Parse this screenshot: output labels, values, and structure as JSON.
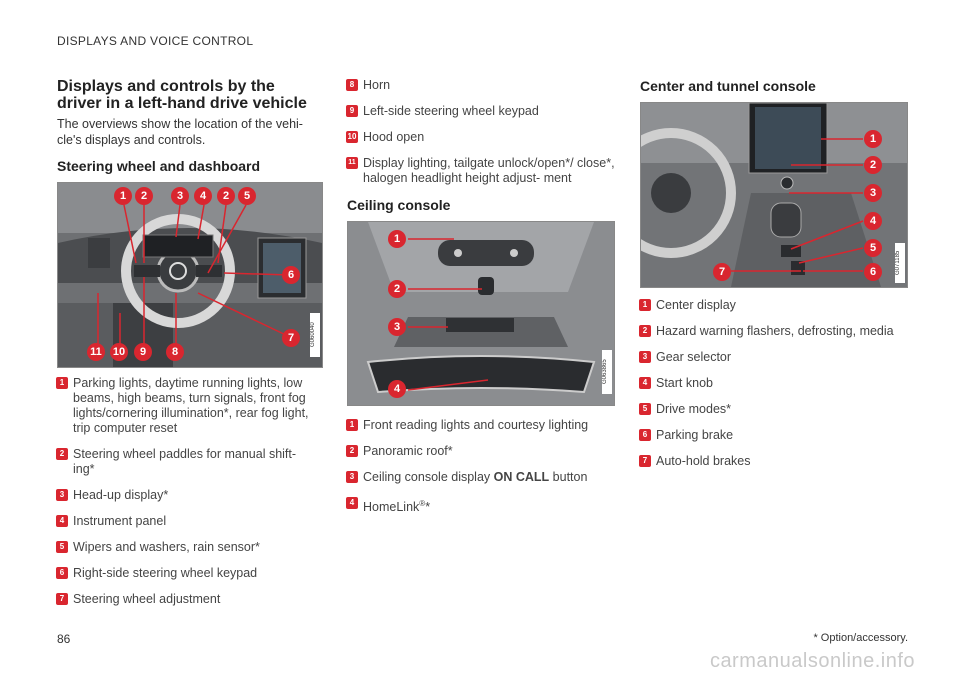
{
  "header": "DISPLAYS AND VOICE CONTROL",
  "title": "Displays and controls by the driver in a left-hand drive vehicle",
  "intro": "The overviews show the location of the vehi- cle's displays and controls.",
  "sections": {
    "steering": {
      "heading": "Steering wheel and dashboard",
      "image_code": "G060040",
      "items": [
        {
          "n": "1",
          "text": "Parking lights, daytime running lights, low beams, high beams, turn signals, front fog lights/cornering illumination*, rear fog light, trip computer reset"
        },
        {
          "n": "2",
          "text": "Steering wheel paddles for manual shift- ing*"
        },
        {
          "n": "3",
          "text": "Head-up display*"
        },
        {
          "n": "4",
          "text": "Instrument panel"
        },
        {
          "n": "5",
          "text": "Wipers and washers, rain sensor*"
        },
        {
          "n": "6",
          "text": "Right-side steering wheel keypad"
        },
        {
          "n": "7",
          "text": "Steering wheel adjustment"
        },
        {
          "n": "8",
          "text": "Horn"
        },
        {
          "n": "9",
          "text": "Left-side steering wheel keypad"
        },
        {
          "n": "10",
          "text": "Hood open"
        },
        {
          "n": "11",
          "text": "Display lighting, tailgate unlock/open*/ close*, halogen headlight height adjust- ment"
        }
      ]
    },
    "ceiling": {
      "heading": "Ceiling console",
      "image_code": "G063865",
      "items": [
        {
          "n": "1",
          "text": "Front reading lights and courtesy lighting"
        },
        {
          "n": "2",
          "text": "Panoramic roof*"
        },
        {
          "n": "3",
          "pre": "Ceiling console display ",
          "bold": "ON CALL",
          "post": " button"
        },
        {
          "n": "4",
          "pre": "HomeLink",
          "sup": "®",
          "post": "*"
        }
      ]
    },
    "center": {
      "heading": "Center and tunnel console",
      "image_code": "G071185",
      "items": [
        {
          "n": "1",
          "text": "Center display"
        },
        {
          "n": "2",
          "text": "Hazard warning flashers, defrosting, media"
        },
        {
          "n": "3",
          "text": "Gear selector"
        },
        {
          "n": "4",
          "text": "Start knob"
        },
        {
          "n": "5",
          "text": "Drive modes*"
        },
        {
          "n": "6",
          "text": "Parking brake"
        },
        {
          "n": "7",
          "text": "Auto-hold brakes"
        }
      ]
    }
  },
  "footnote": "* Option/accessory.",
  "page_number": "86",
  "watermark": "carmanualsonline.info",
  "colors": {
    "accent": "#d9262f",
    "figure_bg": "#7d7f82"
  }
}
